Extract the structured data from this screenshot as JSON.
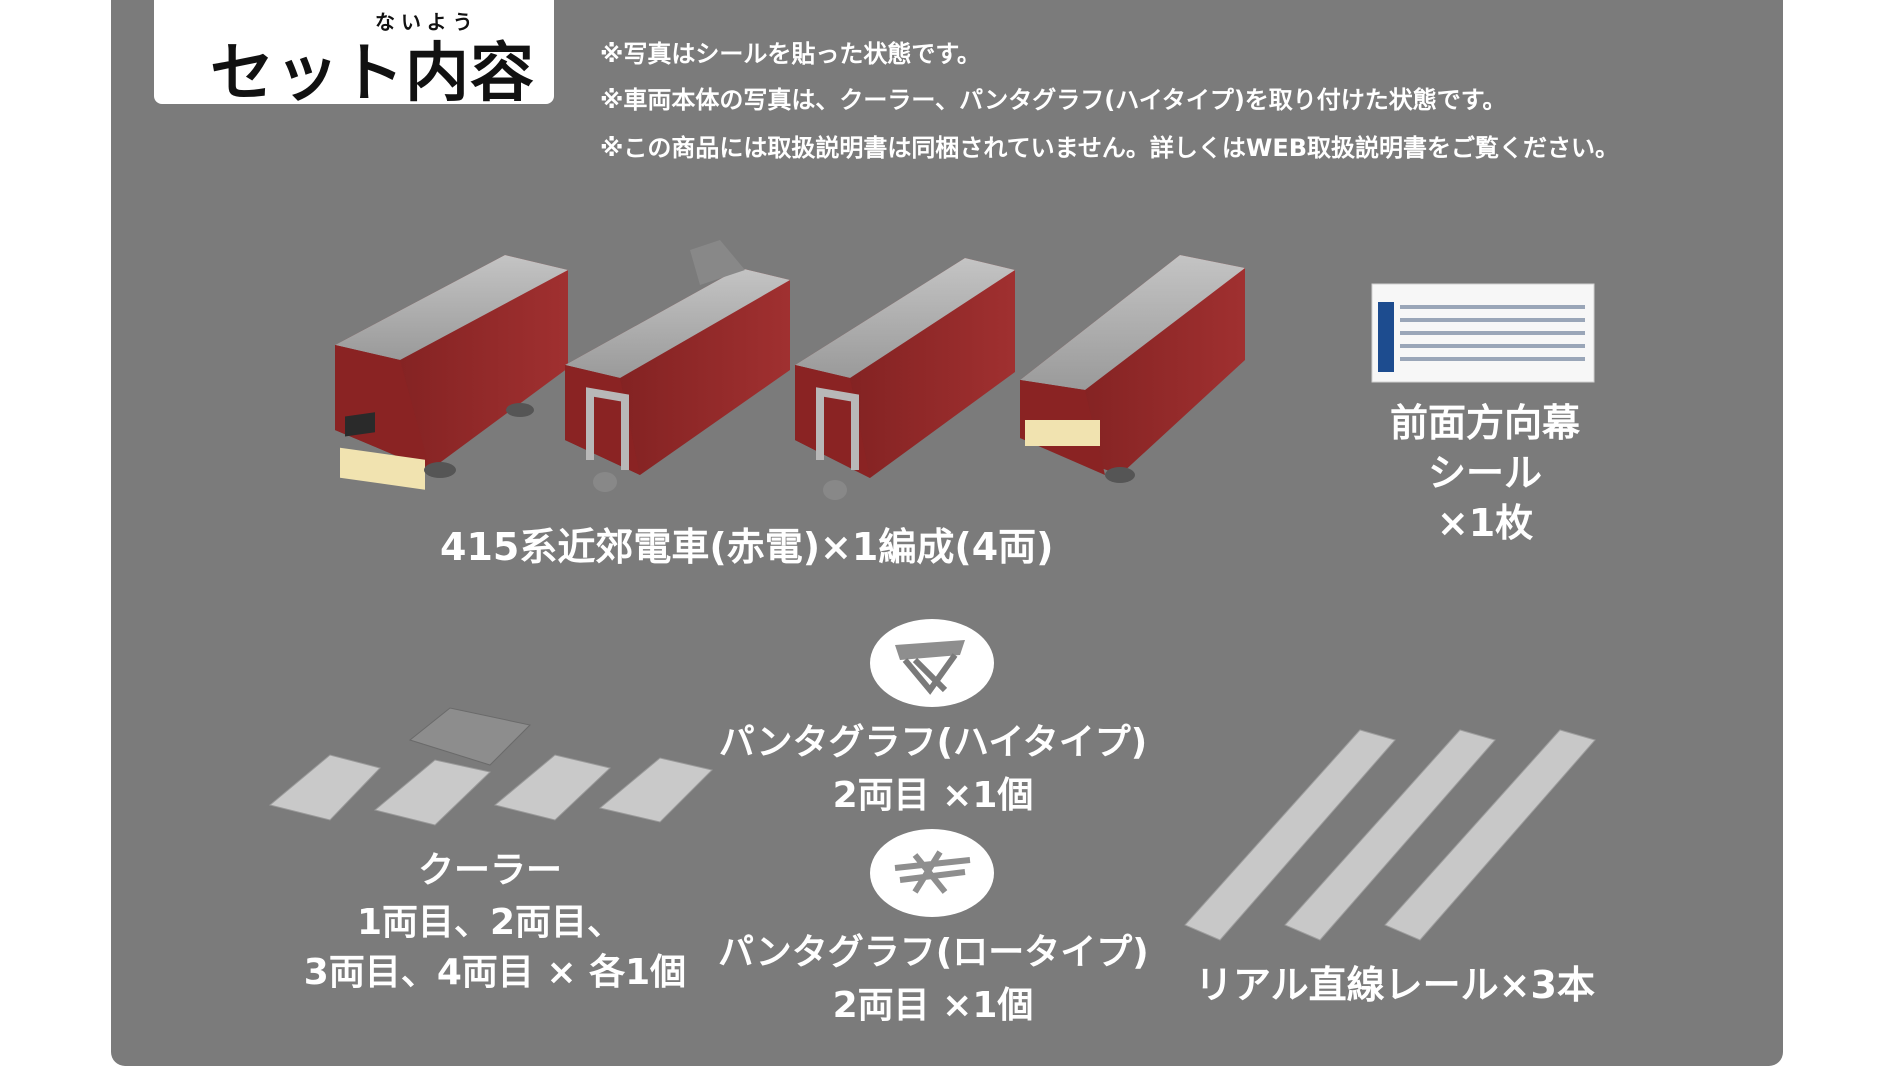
{
  "header": {
    "title": "セット内容",
    "title_ruby": "ないよう"
  },
  "notes": [
    "※写真はシールを貼った状態です。",
    "※車両本体の写真は、クーラー、パンタグラフ(ハイタイプ)を取り付けた状態です。",
    "※この商品には取扱説明書は同梱されていません。詳しくはWEB取扱説明書をご覧ください。"
  ],
  "train": {
    "caption": "415系近郊電車(赤電)×1編成(4両)"
  },
  "sticker": {
    "line1": "前面方向幕",
    "line2": "シール",
    "line3": "×1枚"
  },
  "cooler": {
    "line1": "クーラー",
    "line2": "1両目、2両目、",
    "line3": "3両目、4両目 × 各1個"
  },
  "pantograph_high": {
    "line1": "パンタグラフ(ハイタイプ)",
    "line2": "2両目 ×1個"
  },
  "pantograph_low": {
    "line1": "パンタグラフ(ロータイプ)",
    "line2": "2両目 ×1個"
  },
  "rail": {
    "caption": "リアル直線レール×3本"
  },
  "colors": {
    "panel": "#7b7b7b",
    "train_body": "#8e2424",
    "train_roof": "#a8a8a8",
    "cream": "#f1e3b0"
  }
}
